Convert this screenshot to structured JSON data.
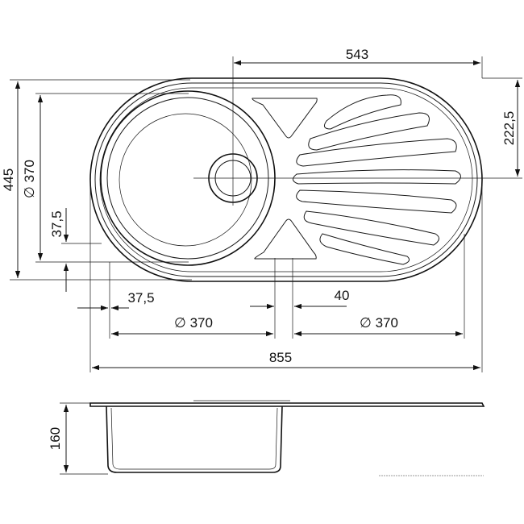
{
  "title": "",
  "top_view": {
    "dimensions": {
      "overall_length": "855",
      "overall_width": "445",
      "drainer_length": "543",
      "half_width": "222,5",
      "bowl_diameter_vertical": "∅ 370",
      "bowl_offset_vertical": "37,5",
      "bowl_offset_horizontal": "37,5",
      "bowl_diameter_horizontal": "∅ 370",
      "gap": "40",
      "drainer_diameter": "∅ 370"
    }
  },
  "side_view": {
    "dimensions": {
      "depth": "160"
    }
  },
  "colors": {
    "line": "#1a1a1a",
    "background": "#ffffff"
  }
}
